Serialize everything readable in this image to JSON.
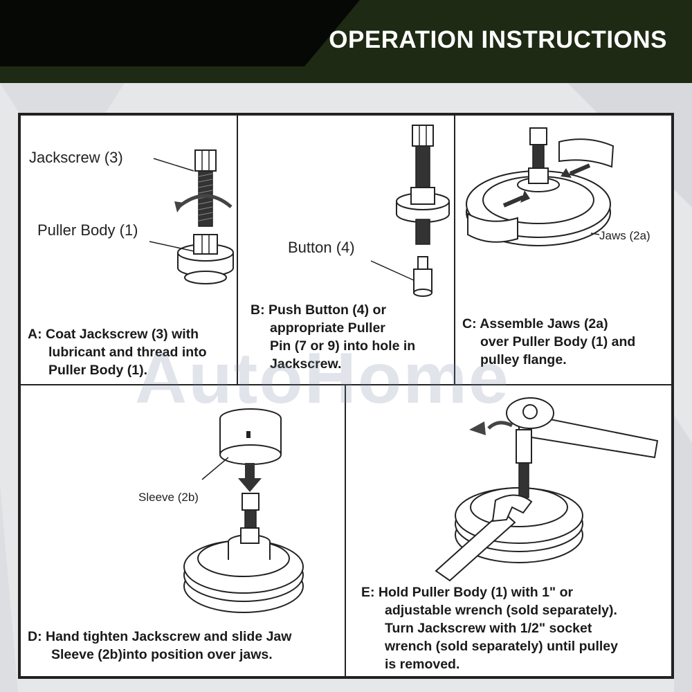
{
  "header": {
    "title": "OPERATION INSTRUCTIONS"
  },
  "watermark": {
    "text": "AutoHome"
  },
  "panels": {
    "a": {
      "labels": {
        "jackscrew": "Jackscrew (3)",
        "puller_body": "Puller Body (1)"
      },
      "caption": [
        "A: Coat Jackscrew (3) with",
        "lubricant and thread into",
        "Puller Body (1)."
      ]
    },
    "b": {
      "labels": {
        "button": "Button (4)"
      },
      "caption": [
        "B: Push Button (4) or",
        "appropriate Puller",
        "Pin (7 or 9) into hole in",
        "Jackscrew."
      ]
    },
    "c": {
      "labels": {
        "jaws": "Jaws (2a)"
      },
      "caption": [
        "C: Assemble Jaws (2a)",
        "over Puller Body (1) and",
        "pulley flange."
      ]
    },
    "d": {
      "labels": {
        "sleeve": "Sleeve (2b)"
      },
      "caption": [
        "D: Hand tighten Jackscrew and slide Jaw",
        "Sleeve (2b)into position over jaws."
      ]
    },
    "e": {
      "caption": [
        "E: Hold Puller Body (1) with 1\" or",
        "adjustable wrench (sold separately).",
        "Turn Jackscrew with 1/2\" socket",
        "wrench (sold separately) until pulley",
        "is removed."
      ]
    }
  },
  "colors": {
    "header_bg": "#1e2a13",
    "background": "#e6e7e9",
    "text": "#1a1a1a"
  }
}
